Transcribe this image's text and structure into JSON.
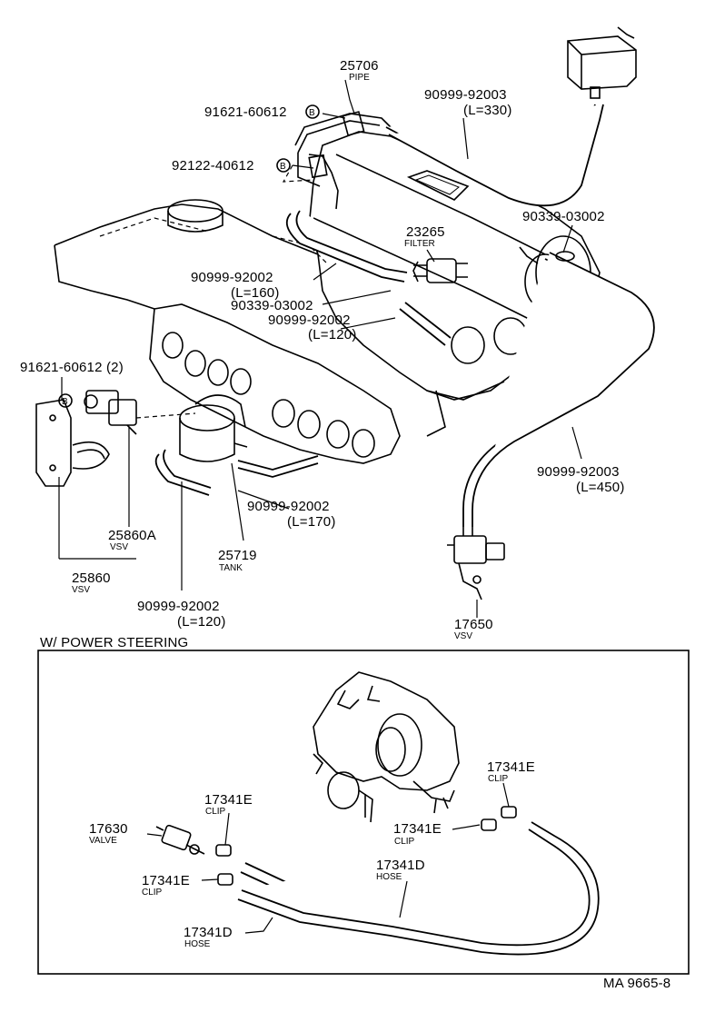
{
  "labels": {
    "pipe": {
      "num": "25706",
      "sub": "PIPE"
    },
    "bolt1": {
      "num": "91621-60612"
    },
    "nut1": {
      "num": "92122-40612"
    },
    "hose330": {
      "num": "90999-92003",
      "len": "(L=330)"
    },
    "clip03002_top": {
      "num": "90339-03002"
    },
    "filter": {
      "num": "23265",
      "sub": "FILTER"
    },
    "hose160": {
      "num": "90999-92002",
      "len": "(L=160)"
    },
    "clip03002_mid": {
      "num": "90339-03002"
    },
    "hose120a": {
      "num": "90999-92002",
      "len": "(L=120)"
    },
    "bolt2": {
      "num": "91621-60612 (2)"
    },
    "vsv25860A": {
      "num": "25860A",
      "sub": "VSV"
    },
    "vsv25860": {
      "num": "25860",
      "sub": "VSV"
    },
    "tank": {
      "num": "25719",
      "sub": "TANK"
    },
    "hose170": {
      "num": "90999-92002",
      "len": "(L=170)"
    },
    "hose450": {
      "num": "90999-92003",
      "len": "(L=450)"
    },
    "hose120b": {
      "num": "90999-92002",
      "len": "(L=120)"
    },
    "vsv17650": {
      "num": "17650",
      "sub": "VSV"
    },
    "section_title": "W/ POWER STEERING",
    "clip_e_right": {
      "num": "17341E",
      "sub": "CLIP"
    },
    "clip_e_top": {
      "num": "17341E",
      "sub": "CLIP"
    },
    "clip_e_mid": {
      "num": "17341E",
      "sub": "CLIP"
    },
    "valve": {
      "num": "17630",
      "sub": "VALVE"
    },
    "clip_e_low": {
      "num": "17341E",
      "sub": "CLIP"
    },
    "hose_d_right": {
      "num": "17341D",
      "sub": "HOSE"
    },
    "hose_d_low": {
      "num": "17341D",
      "sub": "HOSE"
    },
    "ref_code": "MA 9665-8",
    "circle_b": "B"
  }
}
